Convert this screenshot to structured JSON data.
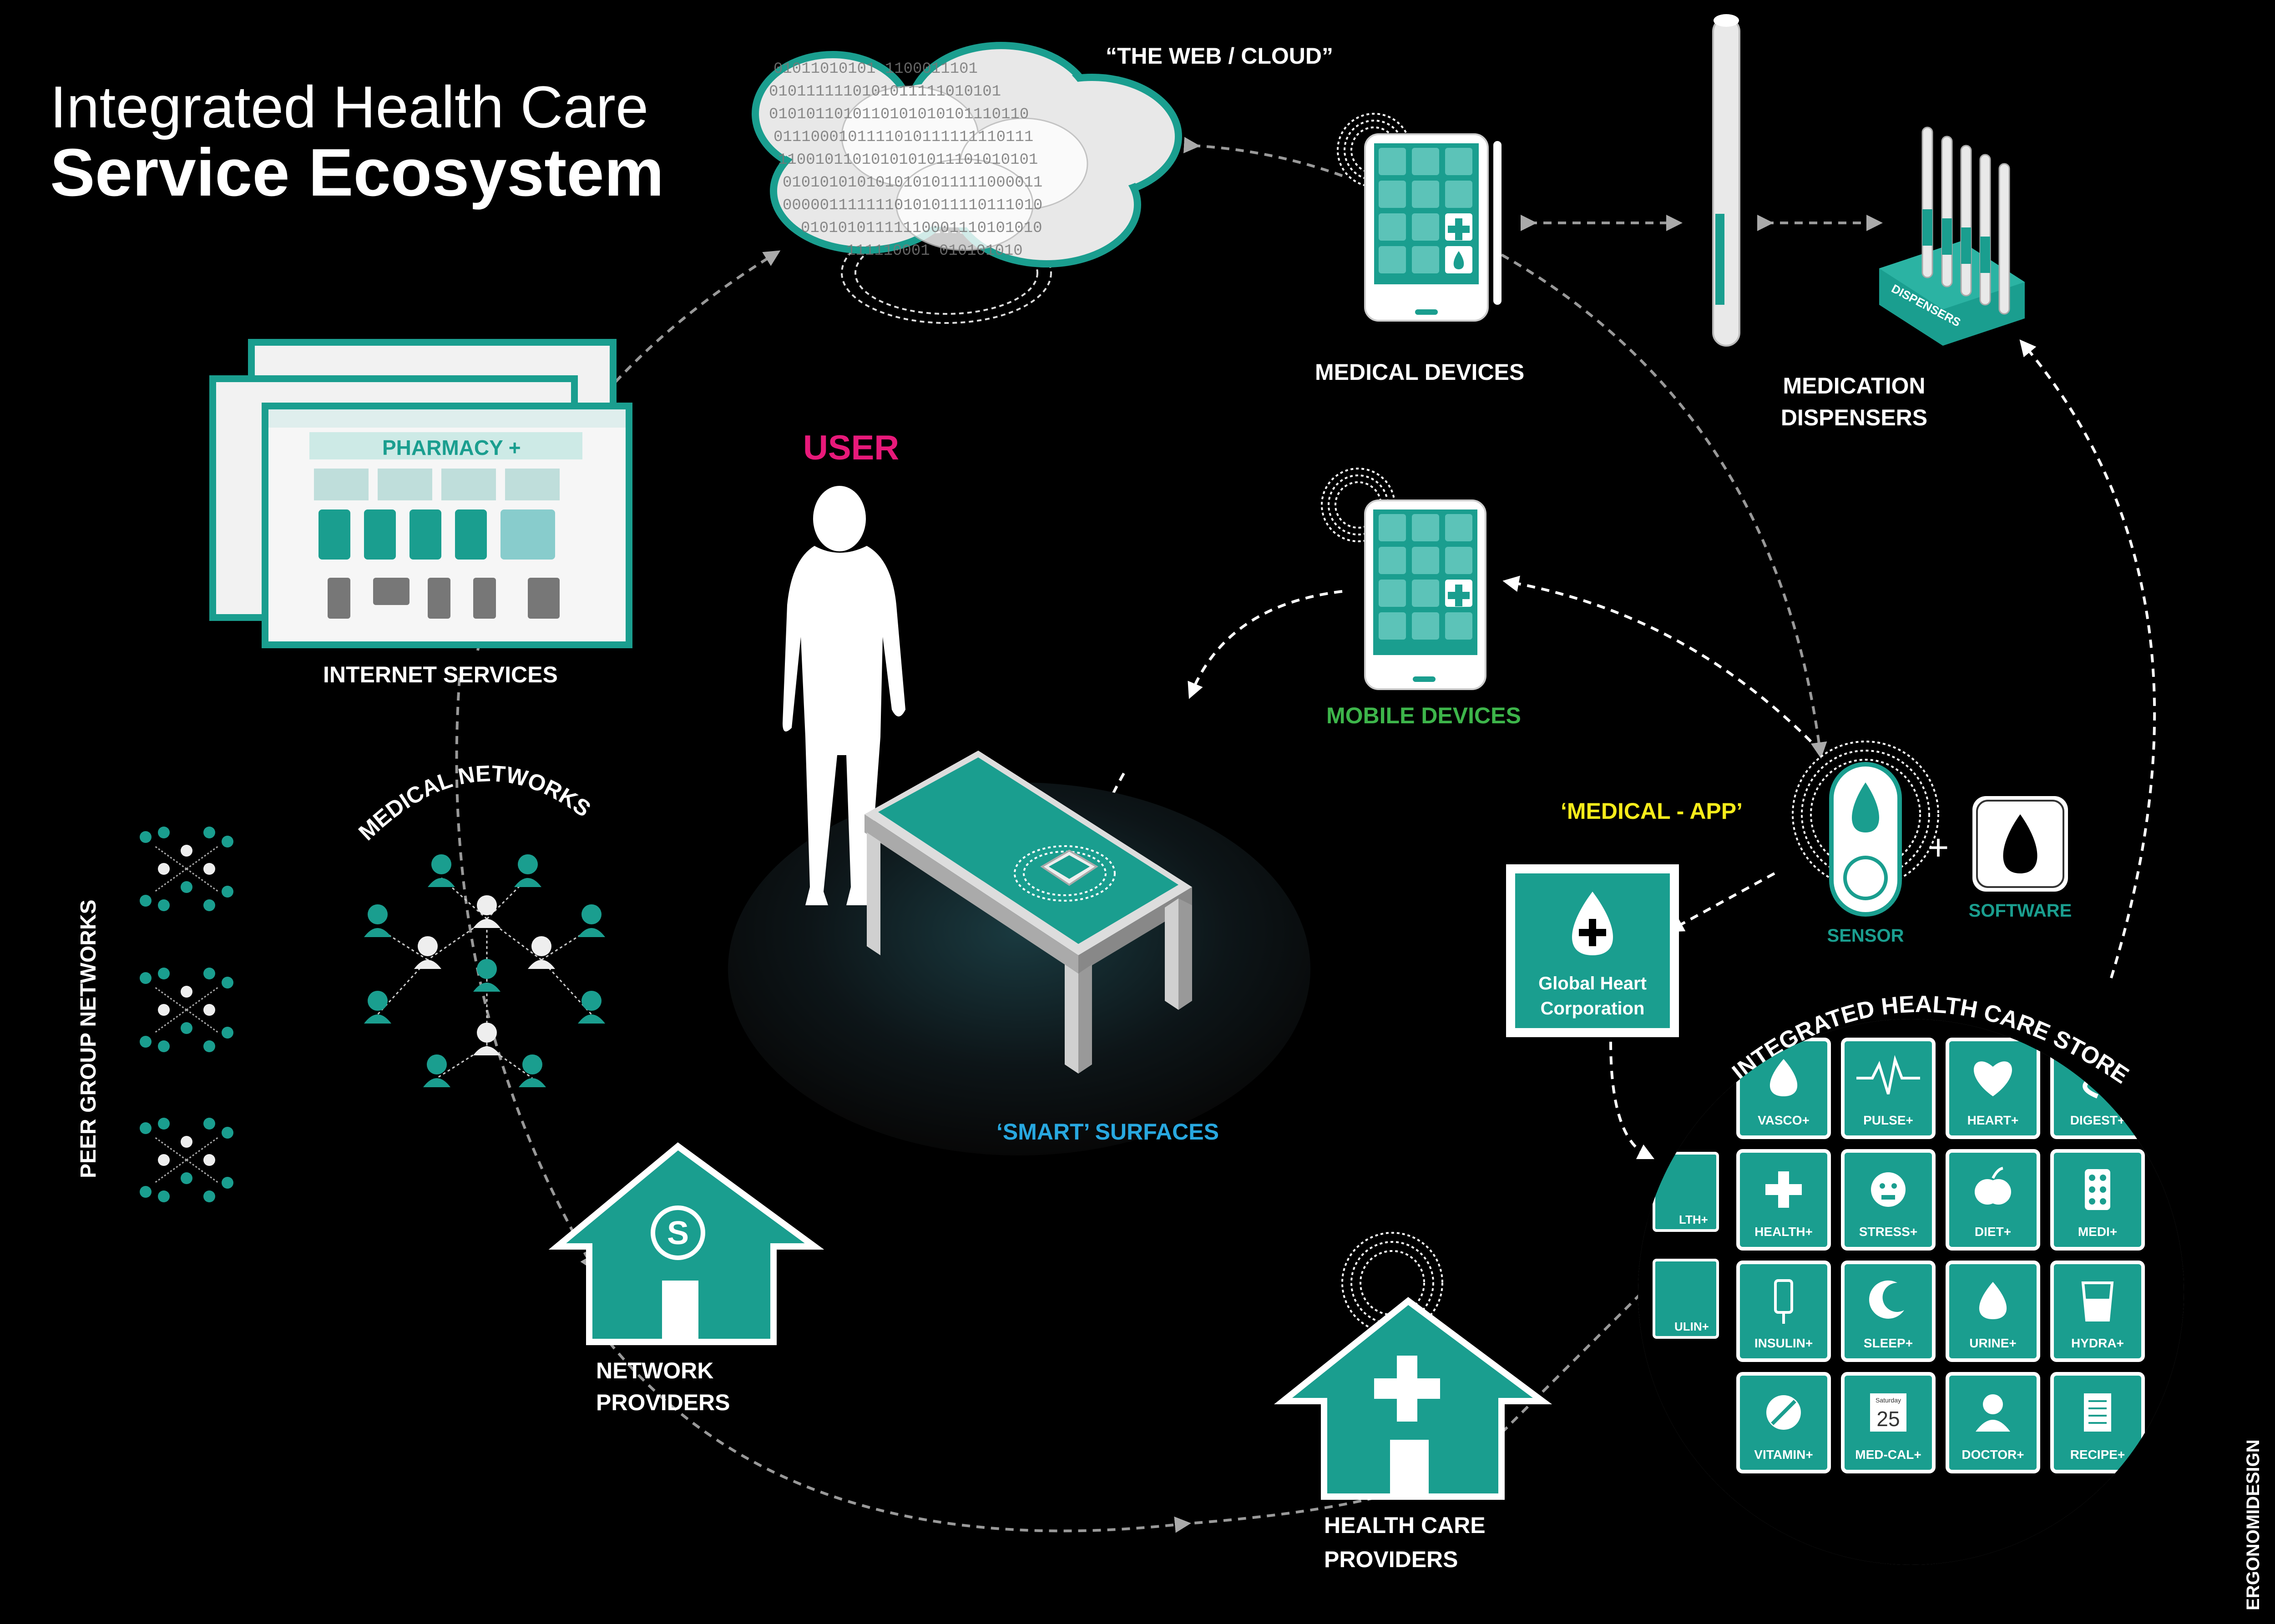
{
  "title": {
    "line1": "Integrated Health Care",
    "line2": "Service Ecosystem"
  },
  "labels": {
    "cloud": "“THE WEB / CLOUD”",
    "medical_devices": "MEDICAL DEVICES",
    "medication_dispensers_1": "MEDICATION",
    "medication_dispensers_2": "DISPENSERS",
    "dispensers_tag": "DISPENSERS",
    "internet_services": "INTERNET SERVICES",
    "pharmacy": "PHARMACY +",
    "user": "USER",
    "mobile_devices": "MOBILE DEVICES",
    "medical_app": "‘MEDICAL - APP’",
    "sensor": "SENSOR",
    "software": "SOFTWARE",
    "plus": "+",
    "global_heart_1": "Global Heart",
    "global_heart_2": "Corporation",
    "medical_networks": "MEDICAL NETWORKS",
    "peer_group_networks": "PEER GROUP NETWORKS",
    "smart_surfaces": "‘SMART’ SURFACES",
    "network_providers_1": "NETWORK",
    "network_providers_2": "PROVIDERS",
    "health_care_providers_1": "HEALTH CARE",
    "health_care_providers_2": "PROVIDERS",
    "store_title": "INTEGRATED HEALTH CARE STORE",
    "brand": "ERGONOMIDESIGN",
    "house_s": "S"
  },
  "store_tiles": [
    [
      "VASCO+",
      "PULSE+",
      "HEART+",
      "DIGEST+"
    ],
    [
      "HEALTH+",
      "STRESS+",
      "DIET+",
      "MEDI+"
    ],
    [
      "INSULIN+",
      "SLEEP+",
      "URINE+",
      "HYDRA+"
    ],
    [
      "VITAMIN+",
      "MED-CAL+",
      "DOCTOR+",
      "RECIPE+"
    ]
  ],
  "store_side_labels": {
    "left_row2": "LTH+",
    "left_row3": "ULIN+"
  },
  "calendar": {
    "day": "25",
    "weekday": "Saturday"
  },
  "colors": {
    "teal": "#1a9e8f",
    "teal_light": "#5cc3b8",
    "green": "#3db54a",
    "blue": "#28a8e0",
    "pink": "#e8197a",
    "yellow": "#f7ec1a"
  }
}
